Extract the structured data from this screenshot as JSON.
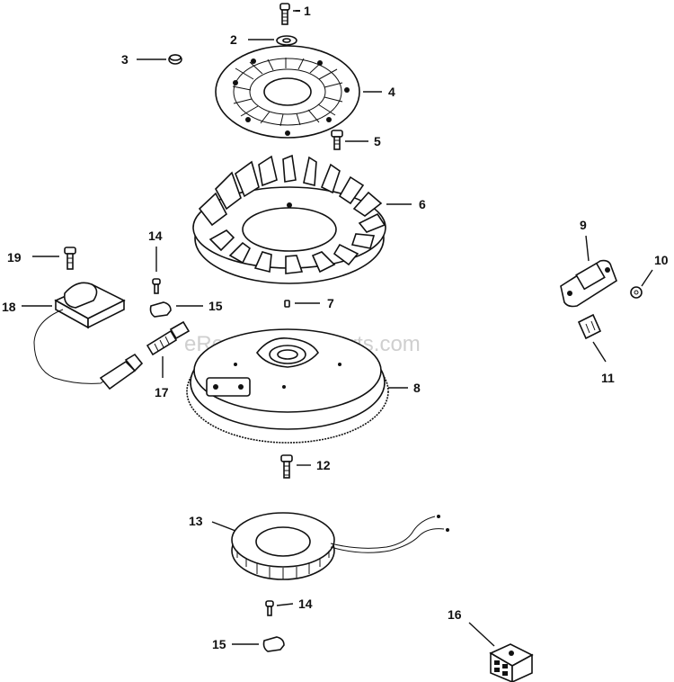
{
  "watermark": "eReplacementParts.com",
  "callouts": {
    "c1": "1",
    "c2": "2",
    "c3": "3",
    "c4": "4",
    "c5": "5",
    "c6": "6",
    "c7": "7",
    "c8": "8",
    "c9": "9",
    "c10": "10",
    "c11": "11",
    "c12": "12",
    "c13": "13",
    "c14a": "14",
    "c14b": "14",
    "c15a": "15",
    "c15b": "15",
    "c16": "16",
    "c17": "17",
    "c18": "18",
    "c19": "19"
  },
  "colors": {
    "ink": "#111111",
    "watermark": "#cfcfcf",
    "background": "#ffffff"
  }
}
